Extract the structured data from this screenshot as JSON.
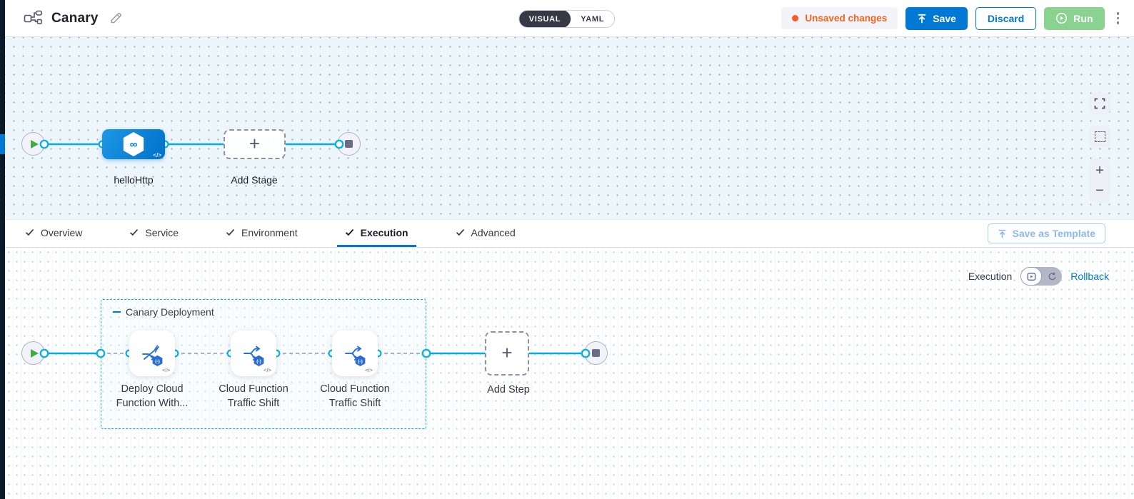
{
  "header": {
    "title": "Canary",
    "view_toggle": {
      "visual_label": "VISUAL",
      "yaml_label": "YAML",
      "selected": "VISUAL"
    },
    "unsaved_changes_label": "Unsaved changes",
    "save_label": "Save",
    "discard_label": "Discard",
    "run_label": "Run"
  },
  "pipeline_canvas": {
    "stage_name": "helloHttp",
    "add_stage_label": "Add Stage"
  },
  "tab_bar": {
    "tabs": [
      {
        "label": "Overview",
        "active": false
      },
      {
        "label": "Service",
        "active": false
      },
      {
        "label": "Environment",
        "active": false
      },
      {
        "label": "Execution",
        "active": true
      },
      {
        "label": "Advanced",
        "active": false
      }
    ],
    "save_as_template_label": "Save as Template"
  },
  "execution_canvas": {
    "mode_label": "Execution",
    "rollback_label": "Rollback",
    "step_group": {
      "title": "Canary Deployment",
      "steps": [
        {
          "label": "Deploy Cloud Function With..."
        },
        {
          "label": "Cloud Function Traffic Shift"
        },
        {
          "label": "Cloud Function Traffic Shift"
        }
      ]
    },
    "add_step_label": "Add Step"
  },
  "icons": {
    "add": "+",
    "zoom_in": "+",
    "zoom_out": "−",
    "code_badge": "</>"
  },
  "colors": {
    "primary_blue": "#0278d5",
    "connector_cyan": "#00ade4",
    "unsaved_orange": "#f4631c",
    "run_green": "#8ad28f",
    "canvas_blue": "#edf6fa",
    "dark_strip": "#091a2b"
  }
}
